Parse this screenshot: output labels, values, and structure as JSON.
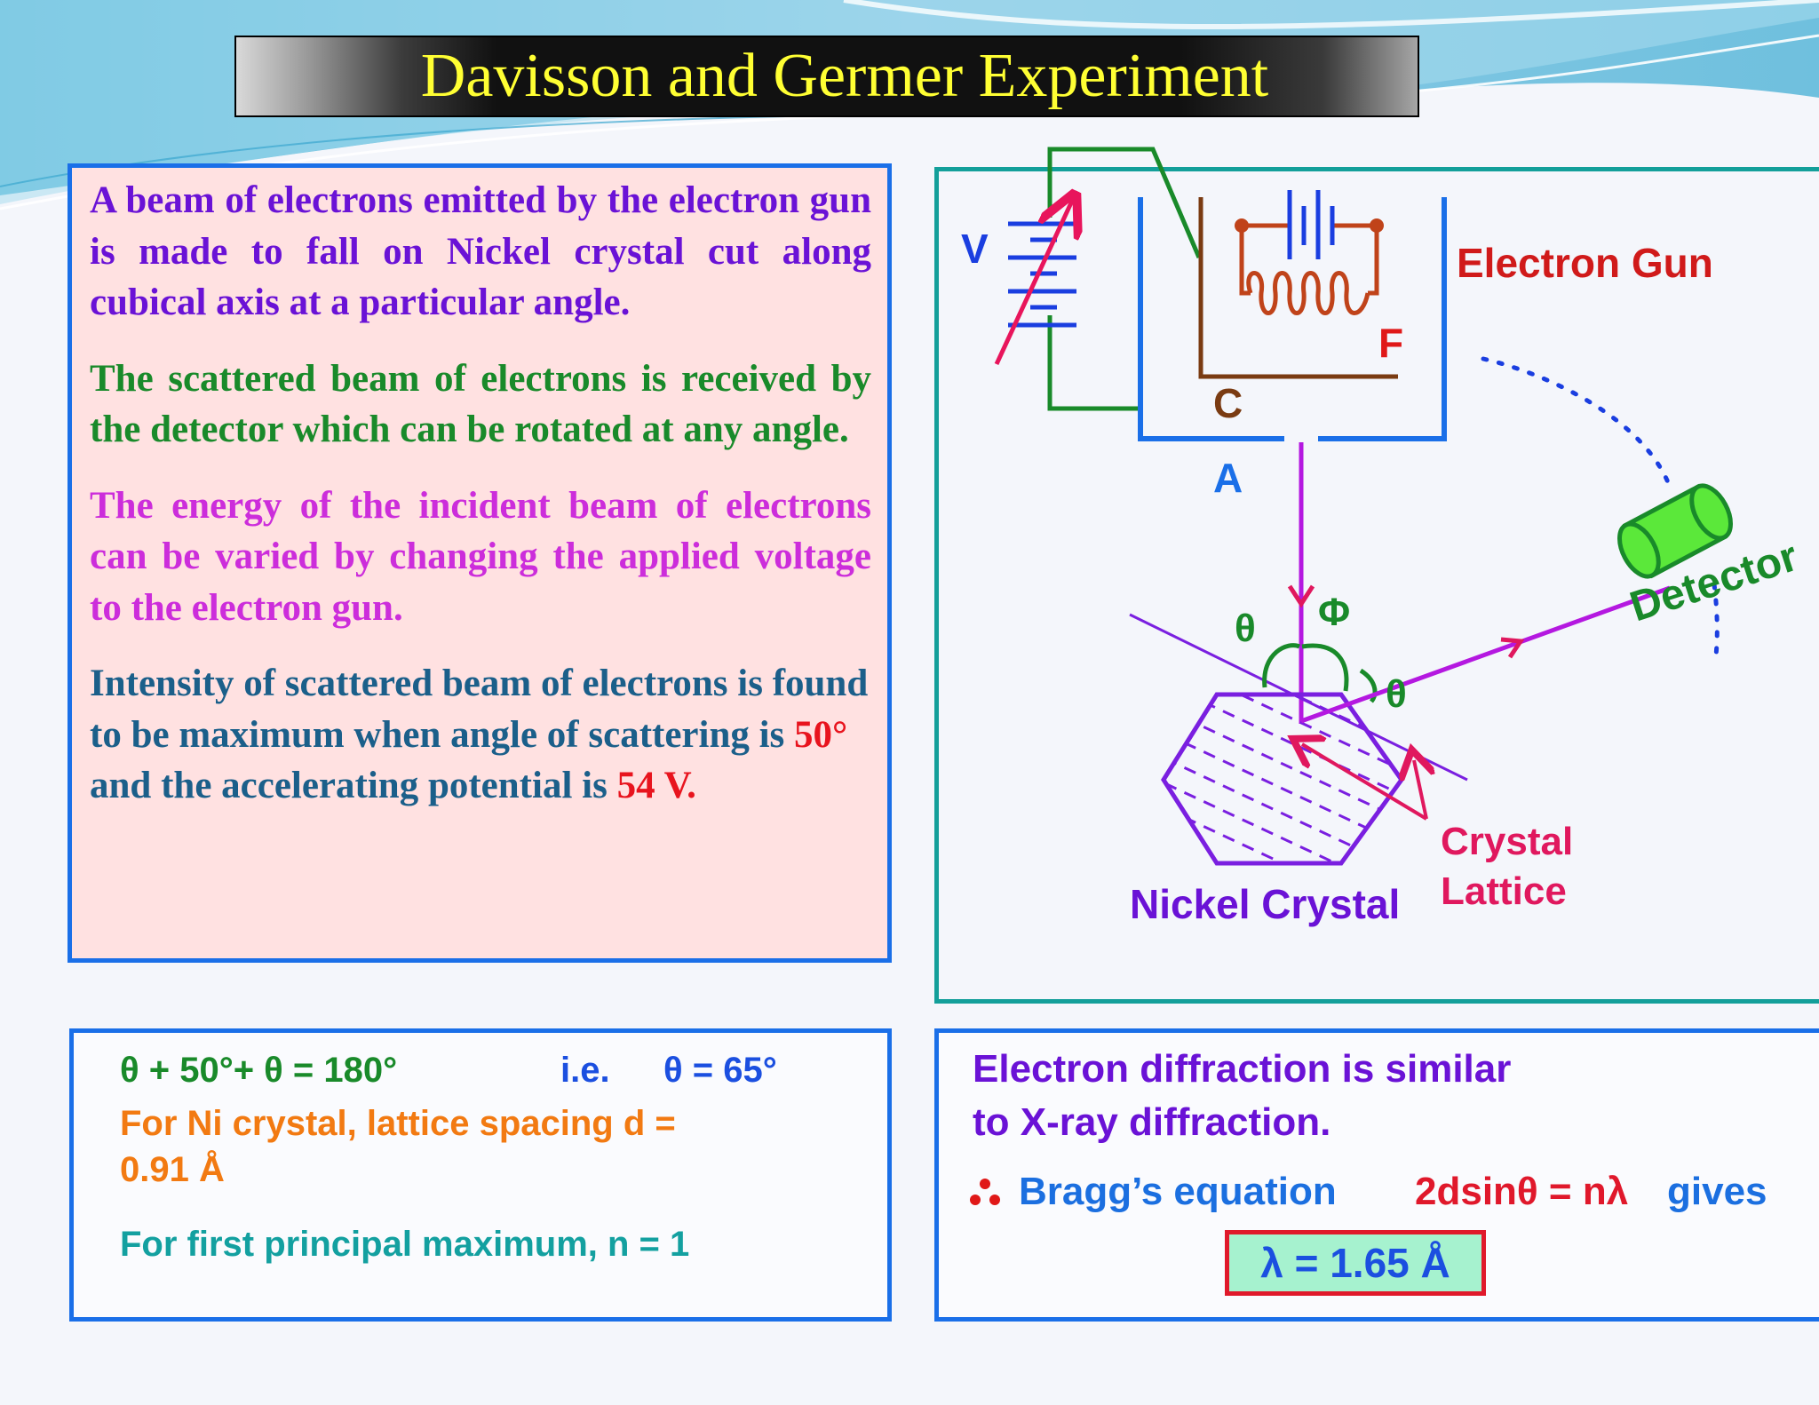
{
  "slide": {
    "title": "Davisson and Germer Experiment"
  },
  "text_panel": {
    "para1": "A beam of electrons emitted by the electron gun is made to fall on  Nickel crystal cut along cubical axis  at a particular angle.",
    "para2": "The  scattered  beam  of  electrons  is received by the detector which can  be rotated at any angle.",
    "para3": "The energy of the incident beam of electrons can be varied by changing  the applied voltage to the electron  gun.",
    "para4_a": "Intensity of scattered beam of electrons is found to be maximum when angle of scattering is ",
    "para4_angle": "50°",
    "para4_b": " and  the accelerating potential is ",
    "para4_voltage": "54",
    "para4_c": " V."
  },
  "diagram": {
    "label_v": "V",
    "label_c": "C",
    "label_f": "F",
    "label_a": "A",
    "label_electron_gun": "Electron Gun",
    "label_detector": "Detector",
    "label_theta_left": "θ",
    "label_phi": "Φ",
    "label_theta_right": "θ",
    "label_crystal_lattice_1": "Crystal",
    "label_crystal_lattice_2": "Lattice",
    "label_nickel_crystal": "Nickel Crystal"
  },
  "calc_panel": {
    "equation": "θ + 50°+  θ = 180°",
    "ie": "i.e.",
    "theta_result": "θ = 65°",
    "spacing_line1": "For Ni crystal,  lattice spacing  d =",
    "spacing_line2": "0.91 Å",
    "first_max": "For first principal  maximum, n = 1"
  },
  "bragg_panel": {
    "line1": "Electron diffraction is similar",
    "line2": "to X-ray diffraction.",
    "bragg_label": "Bragg’s equation",
    "bragg_formula": "2dsinθ = nλ",
    "gives": "gives",
    "result": "λ = 1.65 Å"
  },
  "colors": {
    "title_text": "#ffff33",
    "text_panel_bg": "#ffe1e1",
    "panel_border_blue": "#1a6fe8",
    "diagram_border_teal": "#139f9a",
    "highlight_red": "#e8141e"
  }
}
